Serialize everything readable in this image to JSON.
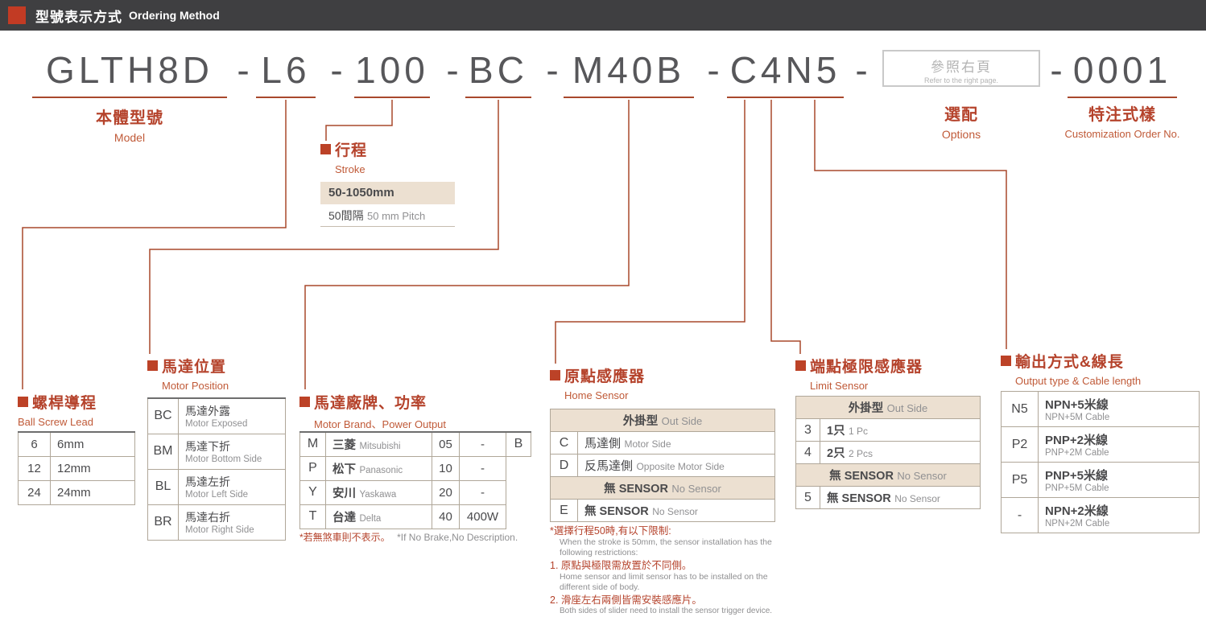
{
  "colors": {
    "accent_red": "#b5432c",
    "marker_red": "#bc4227",
    "header_bar": "#3f3f41",
    "table_header_beige": "#ece0d1"
  },
  "icons": {
    "header_marker": "red-square",
    "section_marker": "red-square"
  },
  "header": {
    "zh": "型號表示方式",
    "en": "Ordering Method"
  },
  "model_code": {
    "dash": "-",
    "segments": {
      "model": "GLTH8D",
      "lead": "L6",
      "stroke": "100",
      "motor_position": "BC",
      "motor": "M40B",
      "sensor": "C4N5",
      "order_no": "0001"
    },
    "options_box": {
      "zh": "參照右頁",
      "en": "Refer to the right page."
    }
  },
  "labels": {
    "model": {
      "zh": "本體型號",
      "en": "Model"
    },
    "options": {
      "zh": "選配",
      "en": "Options"
    },
    "custom": {
      "zh": "特注式樣",
      "en": "Customization Order No."
    }
  },
  "stroke": {
    "title_zh": "行程",
    "title_en": "Stroke",
    "range": "50-1050mm",
    "pitch_zh": "50間隔",
    "pitch_en": "50 mm Pitch"
  },
  "ball_screw_lead": {
    "title_zh": "螺桿導程",
    "title_en": "Ball Screw Lead",
    "rows": [
      {
        "code": "6",
        "value": "6mm"
      },
      {
        "code": "12",
        "value": "12mm"
      },
      {
        "code": "24",
        "value": "24mm"
      }
    ]
  },
  "motor_position": {
    "title_zh": "馬達位置",
    "title_en": "Motor Position",
    "rows": [
      {
        "code": "BC",
        "zh": "馬達外露",
        "en": "Motor Exposed"
      },
      {
        "code": "BM",
        "zh": "馬達下折",
        "en": "Motor Bottom Side"
      },
      {
        "code": "BL",
        "zh": "馬達左折",
        "en": "Motor Left Side"
      },
      {
        "code": "BR",
        "zh": "馬達右折",
        "en": "Motor Right Side"
      }
    ]
  },
  "motor_brand": {
    "title_zh": "馬達廠牌、功率",
    "title_en": "Motor Brand、Power Output",
    "rows": [
      {
        "code": "M",
        "zh": "三菱",
        "en": "Mitsubishi",
        "num": "05",
        "power": "-",
        "brake": "B"
      },
      {
        "code": "P",
        "zh": "松下",
        "en": "Panasonic",
        "num": "10",
        "power": "-",
        "brake": ""
      },
      {
        "code": "Y",
        "zh": "安川",
        "en": "Yaskawa",
        "num": "20",
        "power": "-",
        "brake": ""
      },
      {
        "code": "T",
        "zh": "台達",
        "en": "Delta",
        "num": "40",
        "power": "400W",
        "brake": ""
      }
    ],
    "note_zh": "*若無煞車則不表示。",
    "note_en": "*If No Brake,No Description."
  },
  "home_sensor": {
    "title_zh": "原點感應器",
    "title_en": "Home Sensor",
    "header_zh": "外掛型",
    "header_en": "Out Side",
    "rows": [
      {
        "code": "C",
        "zh": "馬達側",
        "en": "Motor Side"
      },
      {
        "code": "D",
        "zh": "反馬達側",
        "en": "Opposite Motor Side"
      }
    ],
    "divider_zh": "無 SENSOR",
    "divider_en": "No Sensor",
    "row_e": {
      "code": "E",
      "zh": "無 SENSOR",
      "en": "No Sensor"
    },
    "notes": {
      "title_zh": "*選擇行程50時,有以下限制:",
      "title_en": "When the stroke is 50mm, the sensor installation has the following restrictions:",
      "item1_zh": "1. 原點與極限需放置於不同側。",
      "item1_en": "Home sensor and limit sensor has to be installed on the different side of body.",
      "item2_zh": "2. 滑座左右兩側皆需安裝感應片。",
      "item2_en": "Both sides of slider need to install the sensor trigger device."
    }
  },
  "limit_sensor": {
    "title_zh": "端點極限感應器",
    "title_en": "Limit Sensor",
    "header_zh": "外掛型",
    "header_en": "Out Side",
    "rows": [
      {
        "code": "3",
        "zh": "1只",
        "en": "1 Pc"
      },
      {
        "code": "4",
        "zh": "2只",
        "en": "2 Pcs"
      }
    ],
    "divider_zh": "無 SENSOR",
    "divider_en": "No Sensor",
    "row_5": {
      "code": "5",
      "zh": "無 SENSOR",
      "en": "No Sensor"
    }
  },
  "output": {
    "title_zh": "輸出方式&線長",
    "title_en": "Output type & Cable length",
    "rows": [
      {
        "code": "N5",
        "zh": "NPN+5米線",
        "en": "NPN+5M Cable"
      },
      {
        "code": "P2",
        "zh": "PNP+2米線",
        "en": "PNP+2M Cable"
      },
      {
        "code": "P5",
        "zh": "PNP+5米線",
        "en": "PNP+5M Cable"
      },
      {
        "code": "-",
        "zh": "NPN+2米線",
        "en": "NPN+2M Cable"
      }
    ]
  }
}
